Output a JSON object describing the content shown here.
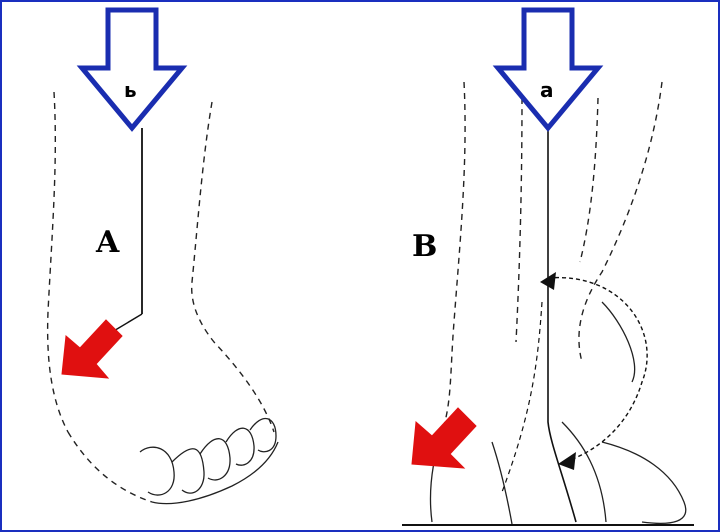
{
  "figure": {
    "panel_a_label": "A",
    "panel_b_label": "B",
    "arrow_a_mark": "ь",
    "arrow_b_mark": "a",
    "colors": {
      "frame": "#1a2fbf",
      "load_arrow": "#1a2db0",
      "force_arrow": "#e01010",
      "outline": "#222222"
    },
    "icons": [
      "down-load-arrow-icon",
      "diagonal-force-arrow-icon",
      "curved-double-arrow-icon"
    ]
  }
}
